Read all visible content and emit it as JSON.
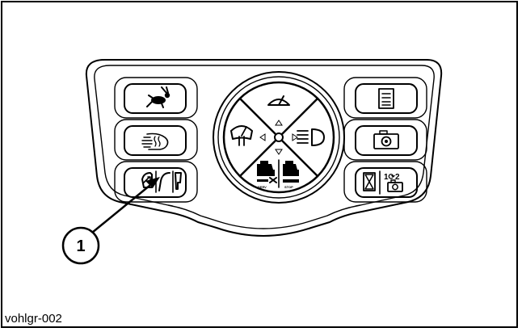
{
  "figure": {
    "id": "vohlgr-002",
    "callout": "1"
  },
  "panel": {
    "left_buttons": [
      {
        "icon": "rabbit-icon"
      },
      {
        "icon": "rear-defrost-icon"
      },
      {
        "icon": "mirror-fold-icon"
      }
    ],
    "dial": {
      "top": {
        "icon": "windshield-wiper-icon"
      },
      "left": {
        "icon": "rear-wiper-icon"
      },
      "right": {
        "icon": "headlight-icon"
      },
      "bottom": {
        "icons": [
          "engine-warning-icon",
          "engine-stop-icon"
        ],
        "labels": [
          "SERV",
          "STOP"
        ]
      }
    },
    "right_buttons": [
      {
        "icon": "menu-list-icon"
      },
      {
        "icon": "camera-icon"
      },
      {
        "icons": [
          "hourglass-icon",
          "camera-toggle-icon"
        ],
        "label": "1⟳2"
      }
    ]
  },
  "colors": {
    "line": "#000000",
    "background": "#ffffff"
  }
}
